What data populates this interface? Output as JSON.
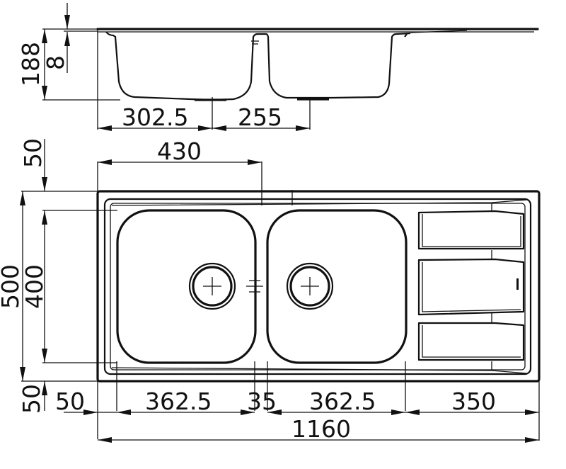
{
  "diagram": {
    "subject": "Double bowl kitchen sink with drainer",
    "colors": {
      "line": "#111111",
      "background": "#ffffff"
    },
    "side_view": {
      "labels": {
        "total_depth": "188",
        "rim_thickness": "8",
        "left_drain_offset": "302.5",
        "drain_spacing": "255"
      }
    },
    "top_view": {
      "labels": {
        "top_margin": "50",
        "bowl_center_offset": "430",
        "outer_depth": "500",
        "bowl_depth": "400",
        "bottom_margin": "50",
        "left_margin": "50",
        "left_bowl_width": "362.5",
        "bowl_divider": "35",
        "right_bowl_width": "362.5",
        "drainer_width": "350",
        "overall_width": "1160"
      },
      "bowls": [
        {
          "name": "left-bowl",
          "drain": "drain-strainer"
        },
        {
          "name": "right-bowl",
          "drain": "drain-strainer"
        }
      ],
      "drainer_ribs": 3
    }
  }
}
